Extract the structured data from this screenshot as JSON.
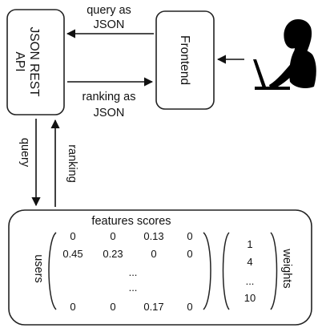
{
  "boxes": {
    "api": "JSON REST API",
    "api_line1": "JSON REST",
    "api_line2": "API",
    "frontend": "Frontend"
  },
  "arrows": {
    "query_as_json": [
      "query as",
      "JSON"
    ],
    "ranking_as_json": [
      "ranking as",
      "JSON"
    ],
    "query": "query",
    "ranking": "ranking"
  },
  "matrix": {
    "title": "features scores",
    "row_label": "users",
    "rows": [
      [
        "0",
        "0",
        "0.13",
        "0"
      ],
      [
        "0.45",
        "0.23",
        "0",
        "0"
      ],
      [
        "",
        "...",
        "",
        ""
      ],
      [
        "",
        "...",
        "",
        ""
      ],
      [
        "0",
        "0",
        "0.17",
        "0"
      ]
    ]
  },
  "weights": {
    "label": "weights",
    "values": [
      "1",
      "4",
      "...",
      "10"
    ]
  },
  "user_icon": "person-at-laptop-icon"
}
